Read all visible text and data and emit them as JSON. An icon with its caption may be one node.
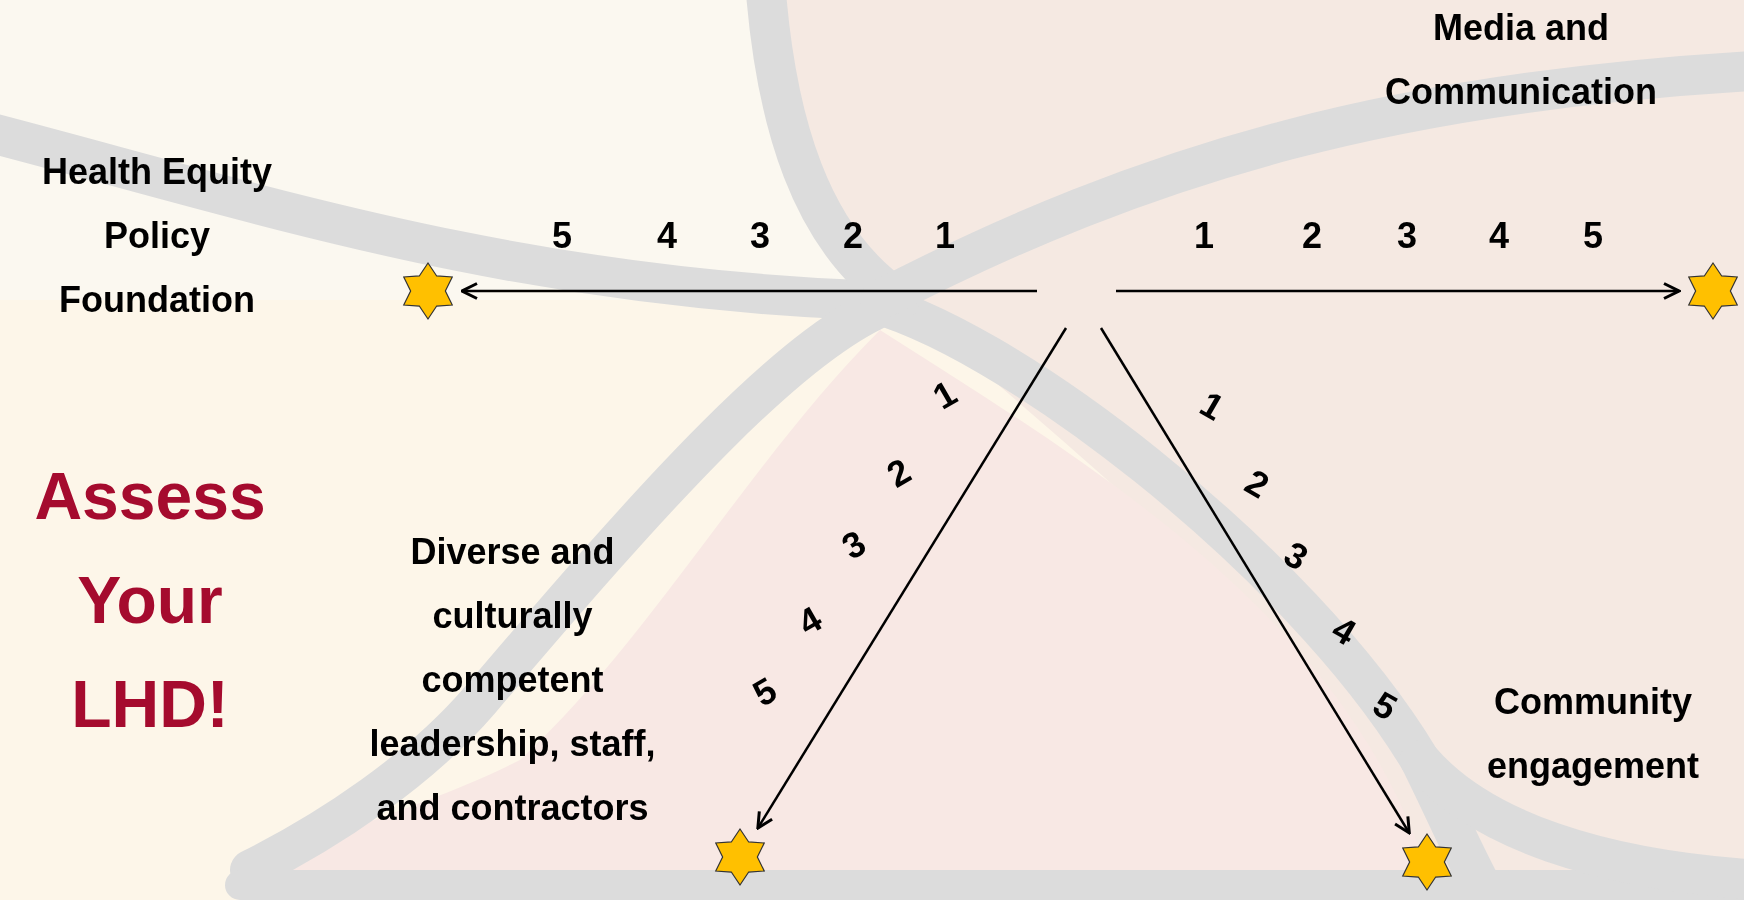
{
  "diagram": {
    "nodes": [
      {
        "text": [],
        "shape": "star",
        "beside": [
          "Health Equity Policy Foundation"
        ]
      },
      {
        "text": [],
        "shape": "star"
      },
      {
        "text": [],
        "shape": "star",
        "beside": [
          "Diverse and culturally competent leadership, staff, and contractors"
        ]
      },
      {
        "text": [],
        "shape": "star",
        "beside": [
          "Community engagement"
        ]
      }
    ],
    "edges": [
      {
        "from": null,
        "to": 0,
        "arrow": "to"
      },
      {
        "from": null,
        "to": 1,
        "arrow": "to"
      },
      {
        "from": null,
        "to": 2,
        "arrow": "to"
      },
      {
        "from": null,
        "to": 3,
        "arrow": "to"
      }
    ],
    "labels": [
      "Media and Communication",
      "5",
      "4",
      "3",
      "2",
      "1",
      "1",
      "2",
      "3",
      "4",
      "5",
      "1",
      "2",
      "3",
      "4",
      "5",
      "1",
      "2",
      "3",
      "4",
      "5",
      "Assess Your LHD!"
    ]
  }
}
